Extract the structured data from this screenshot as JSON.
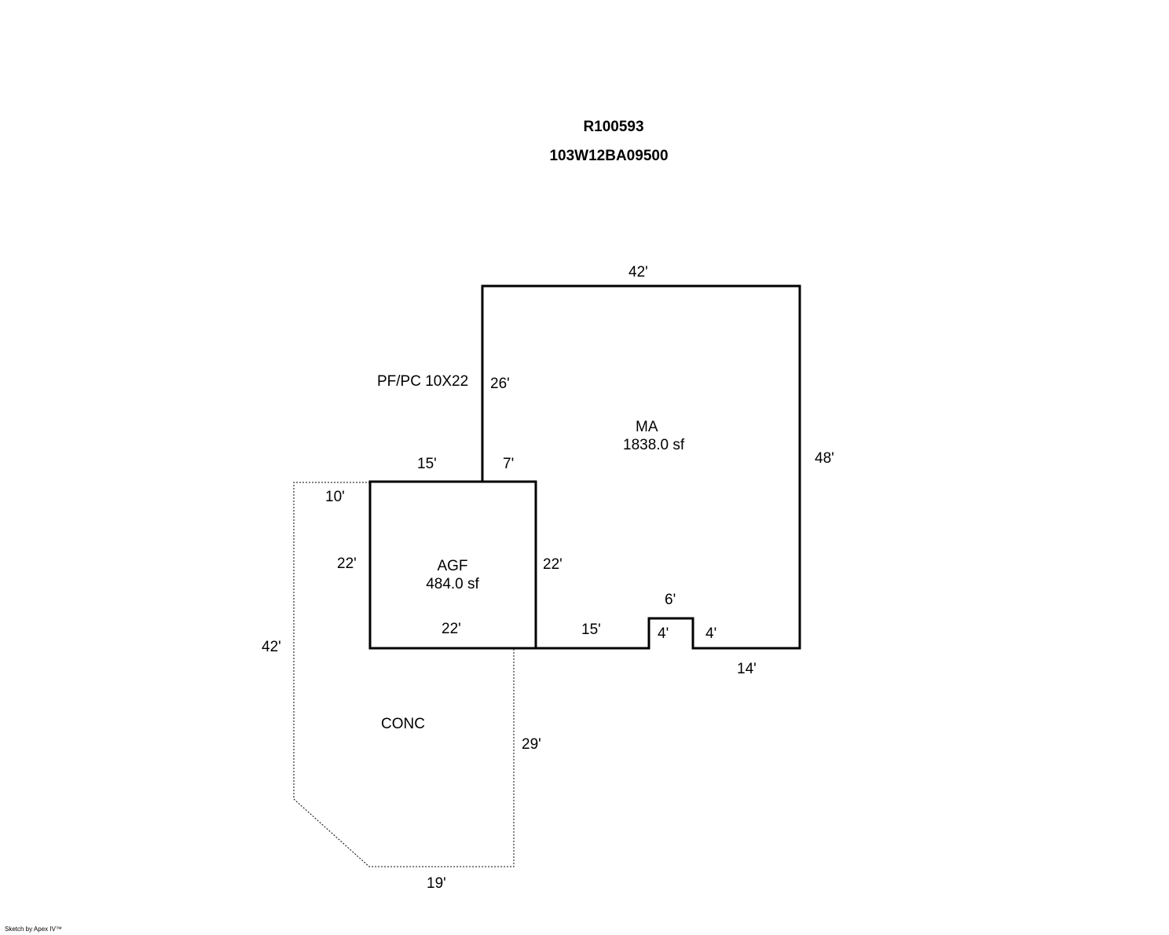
{
  "header": {
    "account": "R100593",
    "map_tax_lot": "103W12BA09500"
  },
  "areas": {
    "ma": {
      "code": "MA",
      "size": "1838.0 sf"
    },
    "agf": {
      "code": "AGF",
      "size": "484.0 sf"
    },
    "conc": {
      "code": "CONC"
    },
    "porch": {
      "code": "PF/PC 10X22"
    }
  },
  "dimensions": {
    "ma_top": "42'",
    "ma_left_upper": "26'",
    "ma_right": "48'",
    "ma_left_lower": "7'",
    "ma_bottom_left": "15'",
    "bump_top": "6'",
    "bump_left": "4'",
    "bump_right": "4'",
    "ma_bottom_right": "14'",
    "agf_top": "15'",
    "agf_left": "22'",
    "agf_right": "22'",
    "agf_bottom": "22'",
    "conc_top": "10'",
    "conc_left": "42'",
    "conc_right": "29'",
    "conc_bottom": "19'"
  },
  "footer": {
    "credit": "Sketch by Apex IV™"
  }
}
